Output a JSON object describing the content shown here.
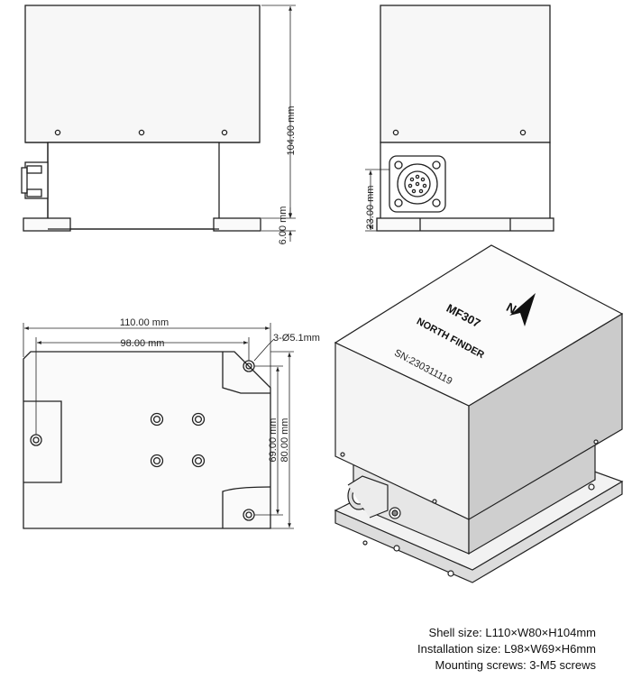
{
  "dimensions": {
    "height_total": "104.00 mm",
    "base_thickness": "6.00 mm",
    "connector_height": "23.00 mm",
    "length": "110.00 mm",
    "mount_length": "98.00 mm",
    "hole_spec": "3-Ø5.1mm",
    "mount_width": "69.00 mm",
    "width": "80.00 mm"
  },
  "product": {
    "model": "MF307",
    "name": "NORTH FINDER",
    "serial": "SN:230311119",
    "north_letter": "N"
  },
  "specs": [
    "Shell size: L110×W80×H104mm",
    "Installation size: L98×W69×H6mm",
    "Mounting screws: 3-M5 screws"
  ]
}
